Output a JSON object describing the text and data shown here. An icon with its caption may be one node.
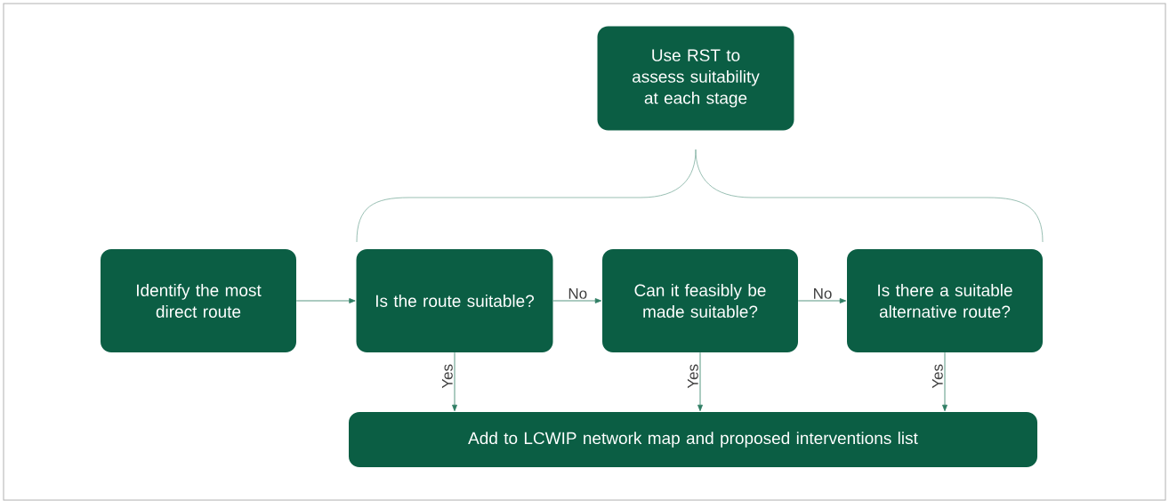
{
  "diagram": {
    "nodes": [
      {
        "text": [
          "Use RST to assess suitability at each stage"
        ]
      },
      {
        "text": [
          "Identify the most direct route"
        ]
      },
      {
        "text": [
          "Is the route suitable?"
        ]
      },
      {
        "text": [
          "Can it feasibly be made suitable?"
        ]
      },
      {
        "text": [
          "Is there a suitable alternative route?"
        ]
      },
      {
        "text": [
          "Add to LCWIP network map and proposed interventions list"
        ]
      }
    ],
    "edges": [
      {
        "from": 1,
        "to": 2,
        "arrow": "to"
      },
      {
        "from": 2,
        "to": 3,
        "arrow": "to",
        "label": "No"
      },
      {
        "from": 3,
        "to": 4,
        "arrow": "to",
        "label": "No"
      },
      {
        "from": 2,
        "to": 5,
        "arrow": "to",
        "label": "Yes"
      },
      {
        "from": 3,
        "to": 5,
        "arrow": "to",
        "label": "Yes"
      },
      {
        "from": 4,
        "to": 5,
        "arrow": "to",
        "label": "Yes"
      }
    ]
  }
}
